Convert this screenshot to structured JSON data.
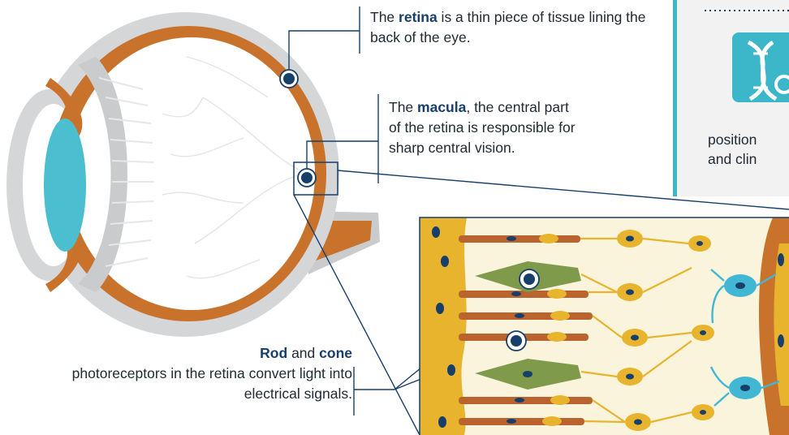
{
  "captions": {
    "retina": {
      "prefix": "The ",
      "term": "retina",
      "rest": " is a thin piece of tissue lining the back of the eye."
    },
    "macula": {
      "prefix": "The ",
      "term": "macula",
      "rest": ", the central part of the retina is responsible for sharp central vision."
    },
    "photoreceptors": {
      "term1": "Rod",
      "joiner": " and ",
      "term2": "cone",
      "rest": "photoreceptors in the retina convert light into electrical signals."
    }
  },
  "side_panel": {
    "icon": "dna-icon",
    "line1": "position",
    "line2": "and clin"
  },
  "colors": {
    "eye_outline": "#d4d6d8",
    "retina_orange": "#c9722b",
    "lens_blue": "#4bbfcf",
    "lens_gray": "#c9cbcd",
    "marker_navy": "#163f6b",
    "cell_yellow": "#e8b42e",
    "rod_brown": "#b9642f",
    "cone_green": "#7f9a4a",
    "bipolar_blue": "#41b7d4",
    "tissue_cream": "#fbf4dc",
    "panel_bg": "#f2f2f2",
    "panel_teal": "#3cb6c9"
  }
}
